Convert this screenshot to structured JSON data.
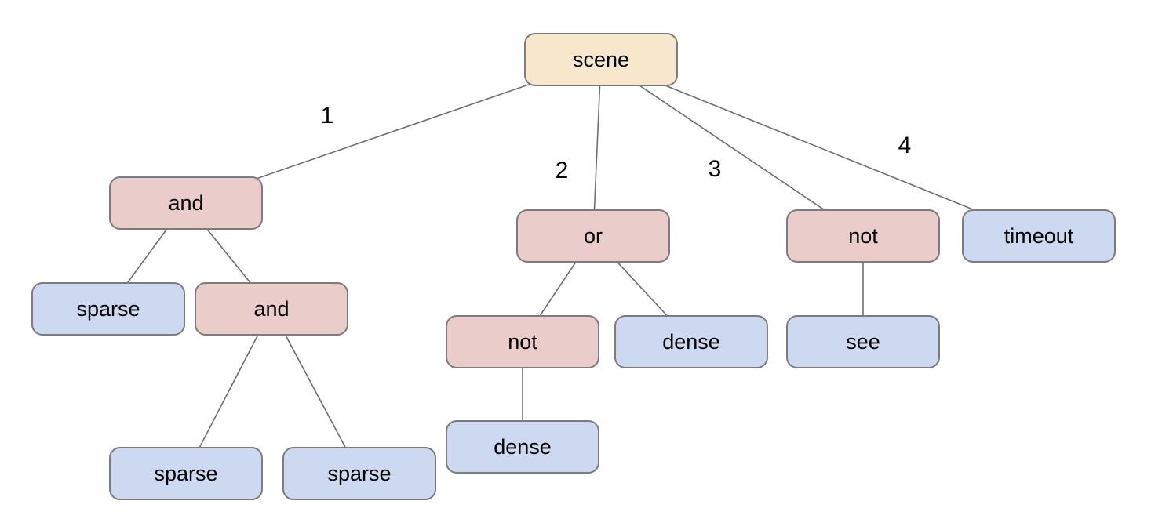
{
  "diagram": {
    "type": "tree",
    "root": "scene",
    "nodes": {
      "scene": {
        "label": "scene",
        "type": "root"
      },
      "and_1": {
        "label": "and",
        "type": "operator"
      },
      "or_1": {
        "label": "or",
        "type": "operator"
      },
      "not_1": {
        "label": "not",
        "type": "operator"
      },
      "timeout": {
        "label": "timeout",
        "type": "leaf"
      },
      "sparse_1": {
        "label": "sparse",
        "type": "leaf"
      },
      "and_2": {
        "label": "and",
        "type": "operator"
      },
      "not_2": {
        "label": "not",
        "type": "operator"
      },
      "dense_1": {
        "label": "dense",
        "type": "leaf"
      },
      "see": {
        "label": "see",
        "type": "leaf"
      },
      "sparse_2": {
        "label": "sparse",
        "type": "leaf"
      },
      "sparse_3": {
        "label": "sparse",
        "type": "leaf"
      },
      "dense_2": {
        "label": "dense",
        "type": "leaf"
      }
    },
    "edges": [
      {
        "from": "scene",
        "to": "and_1",
        "label": "1"
      },
      {
        "from": "scene",
        "to": "or_1",
        "label": "2"
      },
      {
        "from": "scene",
        "to": "not_1",
        "label": "3"
      },
      {
        "from": "scene",
        "to": "timeout",
        "label": "4"
      },
      {
        "from": "and_1",
        "to": "sparse_1",
        "label": ""
      },
      {
        "from": "and_1",
        "to": "and_2",
        "label": ""
      },
      {
        "from": "and_2",
        "to": "sparse_2",
        "label": ""
      },
      {
        "from": "and_2",
        "to": "sparse_3",
        "label": ""
      },
      {
        "from": "or_1",
        "to": "not_2",
        "label": ""
      },
      {
        "from": "or_1",
        "to": "dense_1",
        "label": ""
      },
      {
        "from": "not_2",
        "to": "dense_2",
        "label": ""
      },
      {
        "from": "not_1",
        "to": "see",
        "label": ""
      }
    ]
  },
  "colors": {
    "root_fill": "#f7e7cd",
    "op_fill": "#eacdca",
    "leaf_fill": "#cdd9f1",
    "node_border": "#7c7c7c",
    "edge": "#6e6e6e",
    "text": "#000000",
    "background": "#ffffff"
  }
}
